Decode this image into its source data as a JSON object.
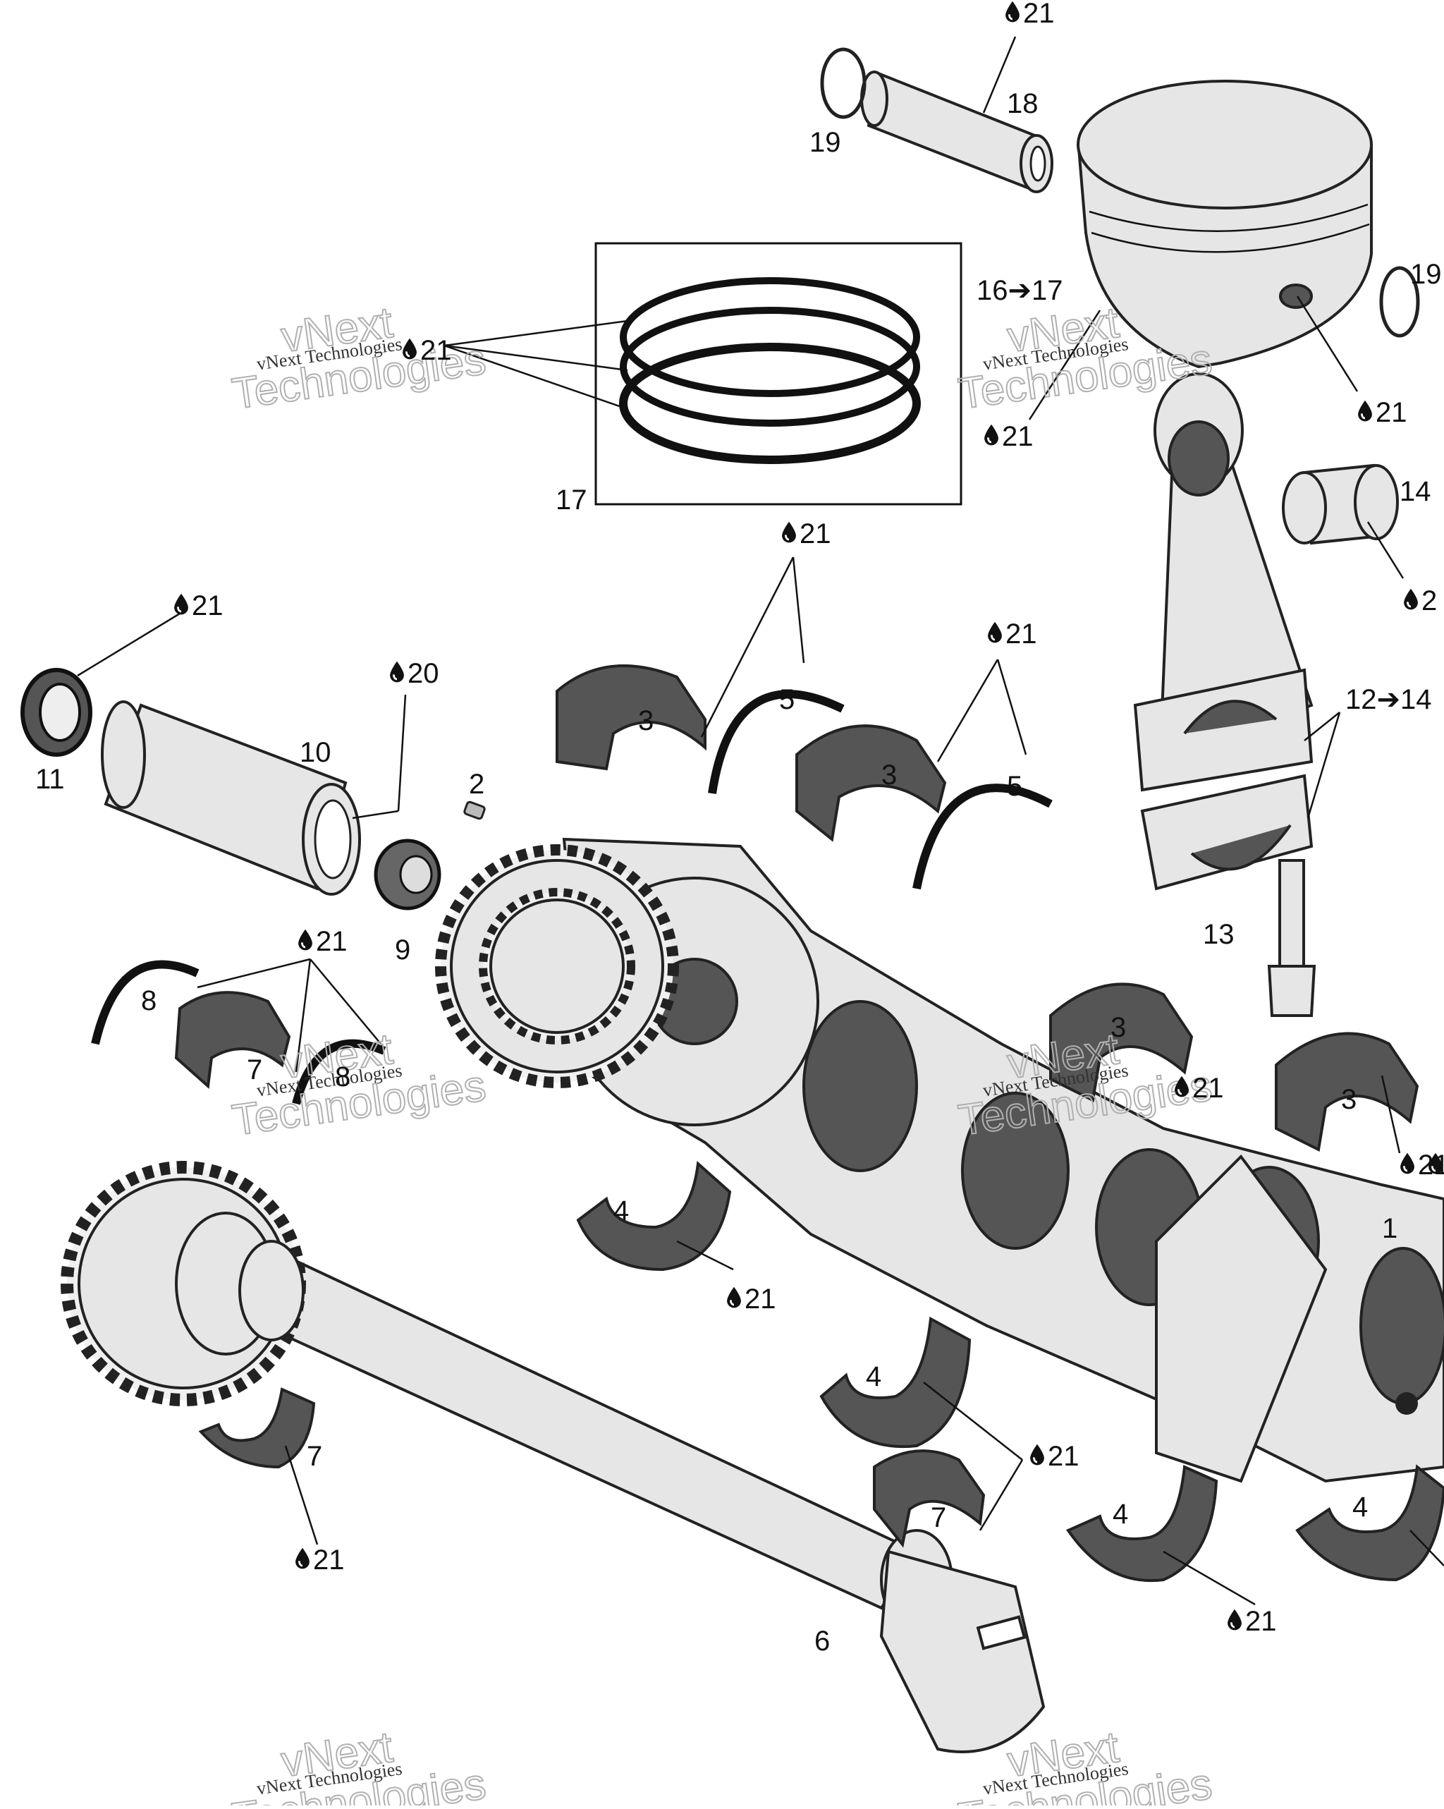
{
  "watermark": {
    "company": "vNext",
    "word": "Technologies",
    "line": "vNext Technologies"
  },
  "callouts": [
    {
      "id": "c1",
      "text": "1"
    },
    {
      "id": "c2",
      "text": "2"
    },
    {
      "id": "c3a",
      "text": "3"
    },
    {
      "id": "c3b",
      "text": "3"
    },
    {
      "id": "c3c",
      "text": "3"
    },
    {
      "id": "c3d",
      "text": "3"
    },
    {
      "id": "c4a",
      "text": "4"
    },
    {
      "id": "c4b",
      "text": "4"
    },
    {
      "id": "c4c",
      "text": "4"
    },
    {
      "id": "c4d",
      "text": "4"
    },
    {
      "id": "c5a",
      "text": "5"
    },
    {
      "id": "c5b",
      "text": "5"
    },
    {
      "id": "c6",
      "text": "6"
    },
    {
      "id": "c7a",
      "text": "7"
    },
    {
      "id": "c7b",
      "text": "7"
    },
    {
      "id": "c7c",
      "text": "7"
    },
    {
      "id": "c8a",
      "text": "8"
    },
    {
      "id": "c8b",
      "text": "8"
    },
    {
      "id": "c9",
      "text": "9"
    },
    {
      "id": "c10",
      "text": "10"
    },
    {
      "id": "c11",
      "text": "11"
    },
    {
      "id": "c12",
      "text": "12➔14"
    },
    {
      "id": "c13",
      "text": "13"
    },
    {
      "id": "c14",
      "text": "14"
    },
    {
      "id": "c16",
      "text": "16➔17"
    },
    {
      "id": "c17",
      "text": "17"
    },
    {
      "id": "c18",
      "text": "18"
    },
    {
      "id": "c19a",
      "text": "19"
    },
    {
      "id": "c19b",
      "text": "19"
    }
  ],
  "lubricant_callouts": [
    {
      "id": "l20",
      "text": "20"
    },
    {
      "id": "l21a",
      "text": "21"
    },
    {
      "id": "l21b",
      "text": "21"
    },
    {
      "id": "l21c",
      "text": "21"
    },
    {
      "id": "l21d",
      "text": "21"
    },
    {
      "id": "l21e",
      "text": "21"
    },
    {
      "id": "l21f",
      "text": "21"
    },
    {
      "id": "l21g",
      "text": "21"
    },
    {
      "id": "l21h",
      "text": "21"
    },
    {
      "id": "l21i",
      "text": "21"
    },
    {
      "id": "l21j",
      "text": "21"
    },
    {
      "id": "l21k",
      "text": "21"
    },
    {
      "id": "l21l",
      "text": "21"
    },
    {
      "id": "l21m",
      "text": "21"
    },
    {
      "id": "l21n",
      "text": "2"
    },
    {
      "id": "l21o",
      "text": "21"
    },
    {
      "id": "l21p",
      "text": "21"
    }
  ]
}
